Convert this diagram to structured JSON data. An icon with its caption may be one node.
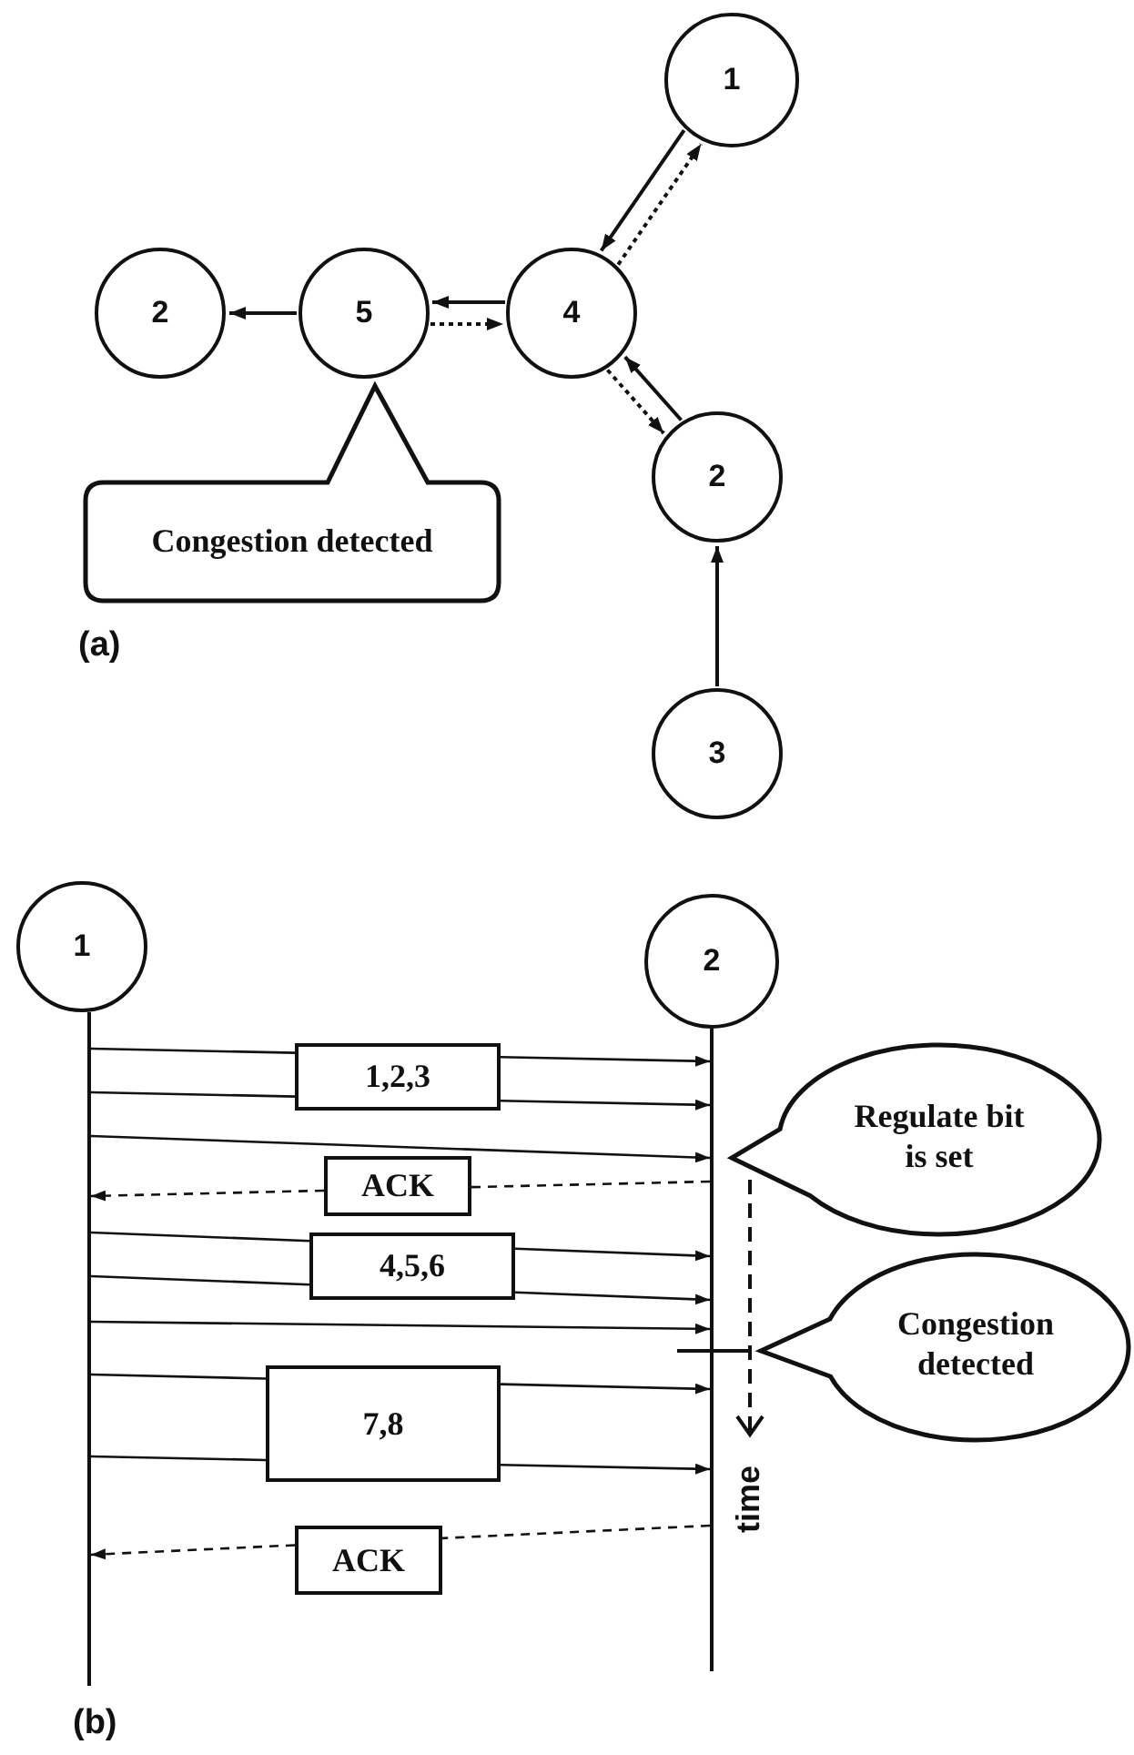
{
  "diagram": {
    "nodes": [
      {
        "text": [
          "1"
        ]
      },
      {
        "text": [
          "2"
        ]
      },
      {
        "text": [
          "5"
        ]
      },
      {
        "text": [
          "4"
        ]
      },
      {
        "text": [
          "2"
        ]
      },
      {
        "text": [
          "3"
        ]
      },
      {
        "text": [
          "Congestion detected"
        ]
      },
      {
        "text": [
          "1"
        ]
      },
      {
        "text": [
          "2"
        ]
      },
      {
        "text": [],
        "shape": "line"
      },
      {
        "text": [],
        "shape": "line"
      },
      {
        "text": [
          "1,2,3"
        ]
      },
      {
        "text": [
          "Regulate bit is set"
        ]
      },
      {
        "text": [
          "ACK"
        ]
      },
      {
        "text": [
          "4,5,6"
        ]
      },
      {
        "text": [
          "Congestion detected"
        ]
      },
      {
        "text": [
          "7,8"
        ]
      },
      {
        "text": [
          "ACK"
        ]
      }
    ],
    "edges": [
      {
        "from": 0,
        "to": 3,
        "arrow": "to"
      },
      {
        "from": 3,
        "to": 0,
        "arrow": "to",
        "style": "dashed"
      },
      {
        "from": 3,
        "to": 2,
        "arrow": "to"
      },
      {
        "from": 2,
        "to": 3,
        "arrow": "to",
        "style": "dashed"
      },
      {
        "from": 2,
        "to": 1,
        "arrow": "to"
      },
      {
        "from": 4,
        "to": 3,
        "arrow": "to"
      },
      {
        "from": 3,
        "to": 4,
        "arrow": "to",
        "style": "dashed"
      },
      {
        "from": 5,
        "to": 4,
        "arrow": "to"
      },
      {
        "from": 9,
        "to": 11,
        "arrow": "none"
      },
      {
        "from": 11,
        "to": 10,
        "arrow": "to"
      },
      {
        "from": 9,
        "to": 11,
        "arrow": "none"
      },
      {
        "from": 11,
        "to": 10,
        "arrow": "to"
      },
      {
        "from": 9,
        "to": 10,
        "arrow": "to"
      },
      {
        "from": 10,
        "to": 13,
        "arrow": "none",
        "style": "dashed"
      },
      {
        "from": 13,
        "to": 9,
        "arrow": "to",
        "style": "dashed"
      },
      {
        "from": 9,
        "to": 14,
        "arrow": "none"
      },
      {
        "from": 14,
        "to": 10,
        "arrow": "to"
      },
      {
        "from": 9,
        "to": 14,
        "arrow": "none"
      },
      {
        "from": 14,
        "to": 10,
        "arrow": "to"
      },
      {
        "from": 9,
        "to": 10,
        "arrow": "to"
      },
      {
        "from": 9,
        "to": 16,
        "arrow": "none"
      },
      {
        "from": 16,
        "to": 10,
        "arrow": "to"
      },
      {
        "from": 9,
        "to": 16,
        "arrow": "none"
      },
      {
        "from": 16,
        "to": 10,
        "arrow": "to"
      },
      {
        "from": 10,
        "to": 17,
        "arrow": "none",
        "style": "dashed"
      },
      {
        "from": 17,
        "to": 9,
        "arrow": "to",
        "style": "dashed"
      }
    ],
    "labels": [
      "(a)",
      "time",
      "(b)"
    ]
  }
}
